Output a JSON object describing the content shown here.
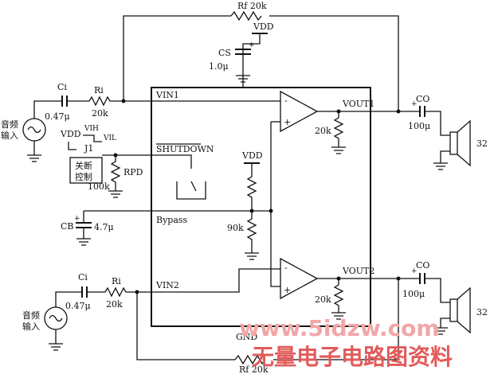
{
  "labels": {
    "rf_top": "Rf 20k",
    "vdd_top": "VDD",
    "cs_name": "CS",
    "cs_value": "1.0μ",
    "ci_top_name": "Ci",
    "ci_top_value": "0.47μ",
    "ri_top_name": "Ri",
    "ri_top_value": "20k",
    "audio_in_top_1": "音频",
    "audio_in_top_2": "输入",
    "vin1": "VIN1",
    "vout1": "VOUT1",
    "r_out1": "20k",
    "co_top_name": "CO",
    "co_top_value": "100μ",
    "speaker_top": "32",
    "vdd_j1": "VDD",
    "j1": "J1",
    "vih": "VIH",
    "vil": "VIL",
    "shutdown_ctrl_1": "关断",
    "shutdown_ctrl_2": "控制",
    "rpd_name": "RPD",
    "rpd_value": "100k",
    "shutdown": "SHUTDOWN",
    "vdd_mid": "VDD",
    "bypass": "Bypass",
    "r_90k": "90k",
    "cb_name": "CB",
    "cb_value": "4.7μ",
    "vin2": "VIN2",
    "vout2": "VOUT2",
    "r_out2": "20k",
    "ci_bot_name": "Ci",
    "ci_bot_value": "0.47μ",
    "ri_bot_name": "Ri",
    "ri_bot_value": "20k",
    "audio_in_bot_1": "音频",
    "audio_in_bot_2": "输入",
    "co_bot_name": "CO",
    "co_bot_value": "100μ",
    "speaker_bot": "32",
    "gnd": "GND",
    "rf_bot": "Rf 20k"
  },
  "watermark": {
    "url": "www.5idzw.com",
    "site": "无量电子电路图资料"
  },
  "colors": {
    "wire": "#111111",
    "watermark_light": "#f2a6a6",
    "watermark_dark": "#e25b5b"
  }
}
